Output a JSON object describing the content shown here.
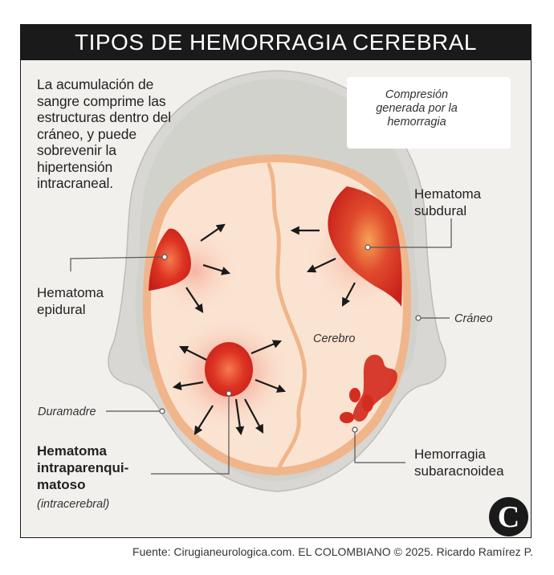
{
  "title": "TIPOS DE HEMORRAGIA CEREBRAL",
  "intro": "La acumulación de sangre comprime las estructuras dentro del cráneo, y puede sobrevenir la hipertensión intracraneal.",
  "legend": {
    "line1": "Compresión",
    "line2": "generada por la",
    "line3": "hemorragia",
    "icon": "arrow-right"
  },
  "labels": {
    "subdural_1": "Hematoma",
    "subdural_2": "subdural",
    "epidural_1": "Hematoma",
    "epidural_2": "epidural",
    "craneo": "Cráneo",
    "cerebro": "Cerebro",
    "duramadre": "Duramadre",
    "intra_1": "Hematoma",
    "intra_2": "intraparenqui-",
    "intra_3": "matoso",
    "intra_4": "(intracerebral)",
    "subarac_1": "Hemorragia",
    "subarac_2": "subaracnoidea"
  },
  "source": "Fuente: Cirugianeurologica.com. EL COLOMBIANO © 2025. Ricardo Ramírez P.",
  "logo_letter": "C",
  "colors": {
    "title_bg": "#1a1a1a",
    "skull": "#d9d8d4",
    "dura": "#f0b888",
    "brain": "#fbe2cf",
    "blood": "#d42d20"
  }
}
